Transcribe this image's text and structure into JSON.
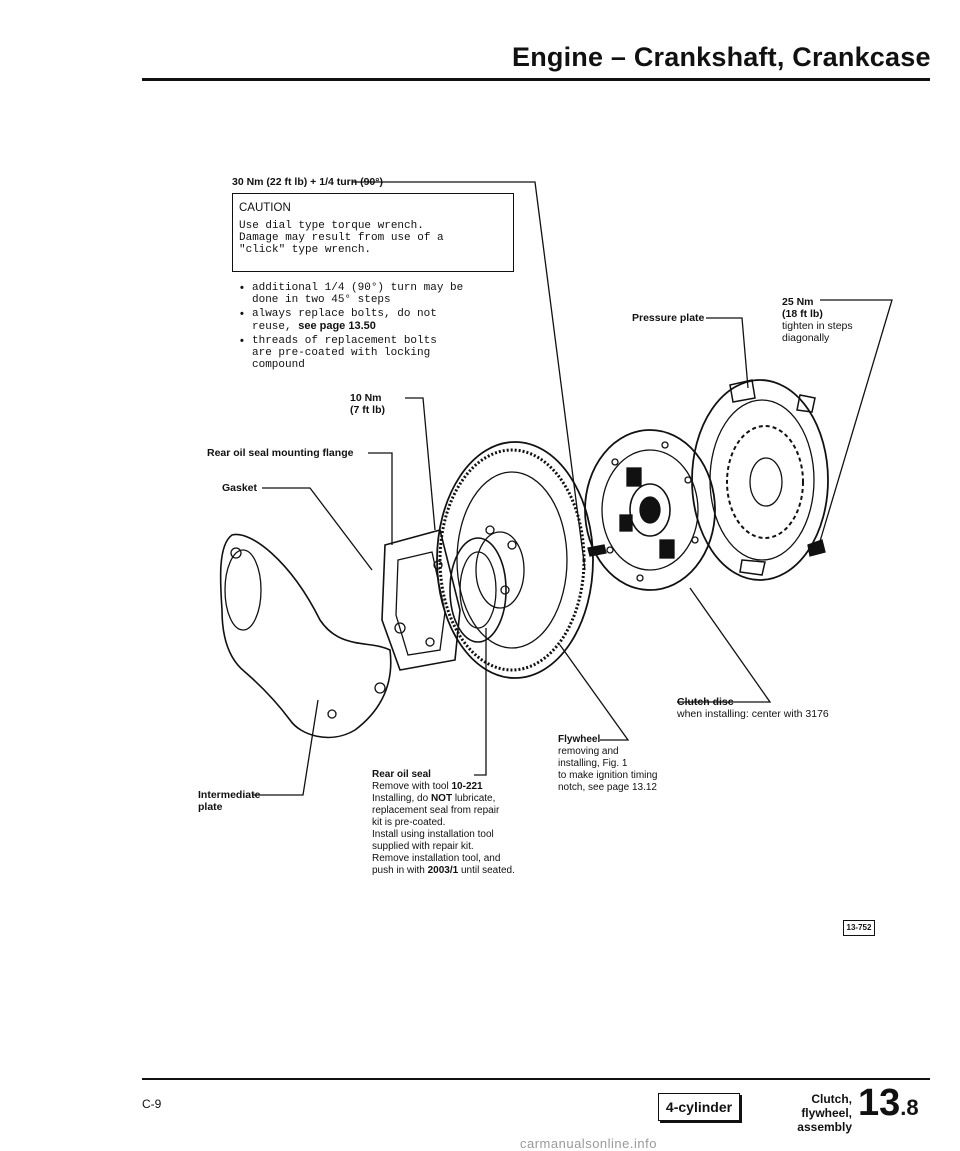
{
  "header": {
    "title": "Engine – Crankshaft, Crankcase"
  },
  "torque_top": "30 Nm (22 ft lb) + 1/4 turn (90°)",
  "caution": {
    "heading": "CAUTION",
    "line1": "Use dial type torque wrench.",
    "line2": "Damage may result from use of a",
    "line3": "\"click\" type wrench."
  },
  "bullets": {
    "b1_line1": "additional 1/4 (90°) turn may be",
    "b1_line2": "done in two 45° steps",
    "b2_line1": "always replace bolts, do not",
    "b2_line2_pre": "reuse, ",
    "b2_link": "see page 13.50",
    "b3_line1": "threads of replacement bolts",
    "b3_line2": "are pre-coated with locking",
    "b3_line3": "compound"
  },
  "labels": {
    "torque_10_line1": "10 Nm",
    "torque_10_line2": "(7 ft lb)",
    "rear_oil_seal_flange": "Rear oil seal mounting flange",
    "gasket": "Gasket",
    "pressure_plate": "Pressure plate",
    "torque_25_line1": "25 Nm",
    "torque_25_line2": "(18 ft lb)",
    "torque_25_line3": "tighten in steps",
    "torque_25_line4": "diagonally",
    "clutch_disc": "Clutch disc",
    "clutch_disc_note": "when installing: center with 3176",
    "flywheel": "Flywheel",
    "flywheel_note1": "removing and",
    "flywheel_note2": "installing, Fig. 1",
    "flywheel_note3": "to make ignition timing",
    "flywheel_note4": "notch, see page 13.12",
    "rear_oil_seal": "Rear oil seal",
    "seal_note1_pre": "Remove with tool ",
    "seal_note1_tool": "10-221",
    "seal_note2_pre": "Installing, do ",
    "seal_note2_not": "NOT",
    "seal_note2_post": " lubricate,",
    "seal_note3": "replacement seal from repair",
    "seal_note4": "kit is pre-coated.",
    "seal_note5": "Install using installation tool",
    "seal_note6": "supplied with repair kit.",
    "seal_note7": "Remove installation tool, and",
    "seal_note8_pre": "push in with ",
    "seal_note8_tool": "2003/1",
    "seal_note8_post": " until seated.",
    "intermediate_line1": "Intermediate",
    "intermediate_line2": "plate"
  },
  "figure_ref": "13-752",
  "footer": {
    "left_code": "C-9",
    "engine_type": "4-cylinder",
    "section_line1": "Clutch, flywheel,",
    "section_line2": "assembly",
    "page_major": "13",
    "page_minor": ".8"
  },
  "watermark": "carmanualsonline.info"
}
